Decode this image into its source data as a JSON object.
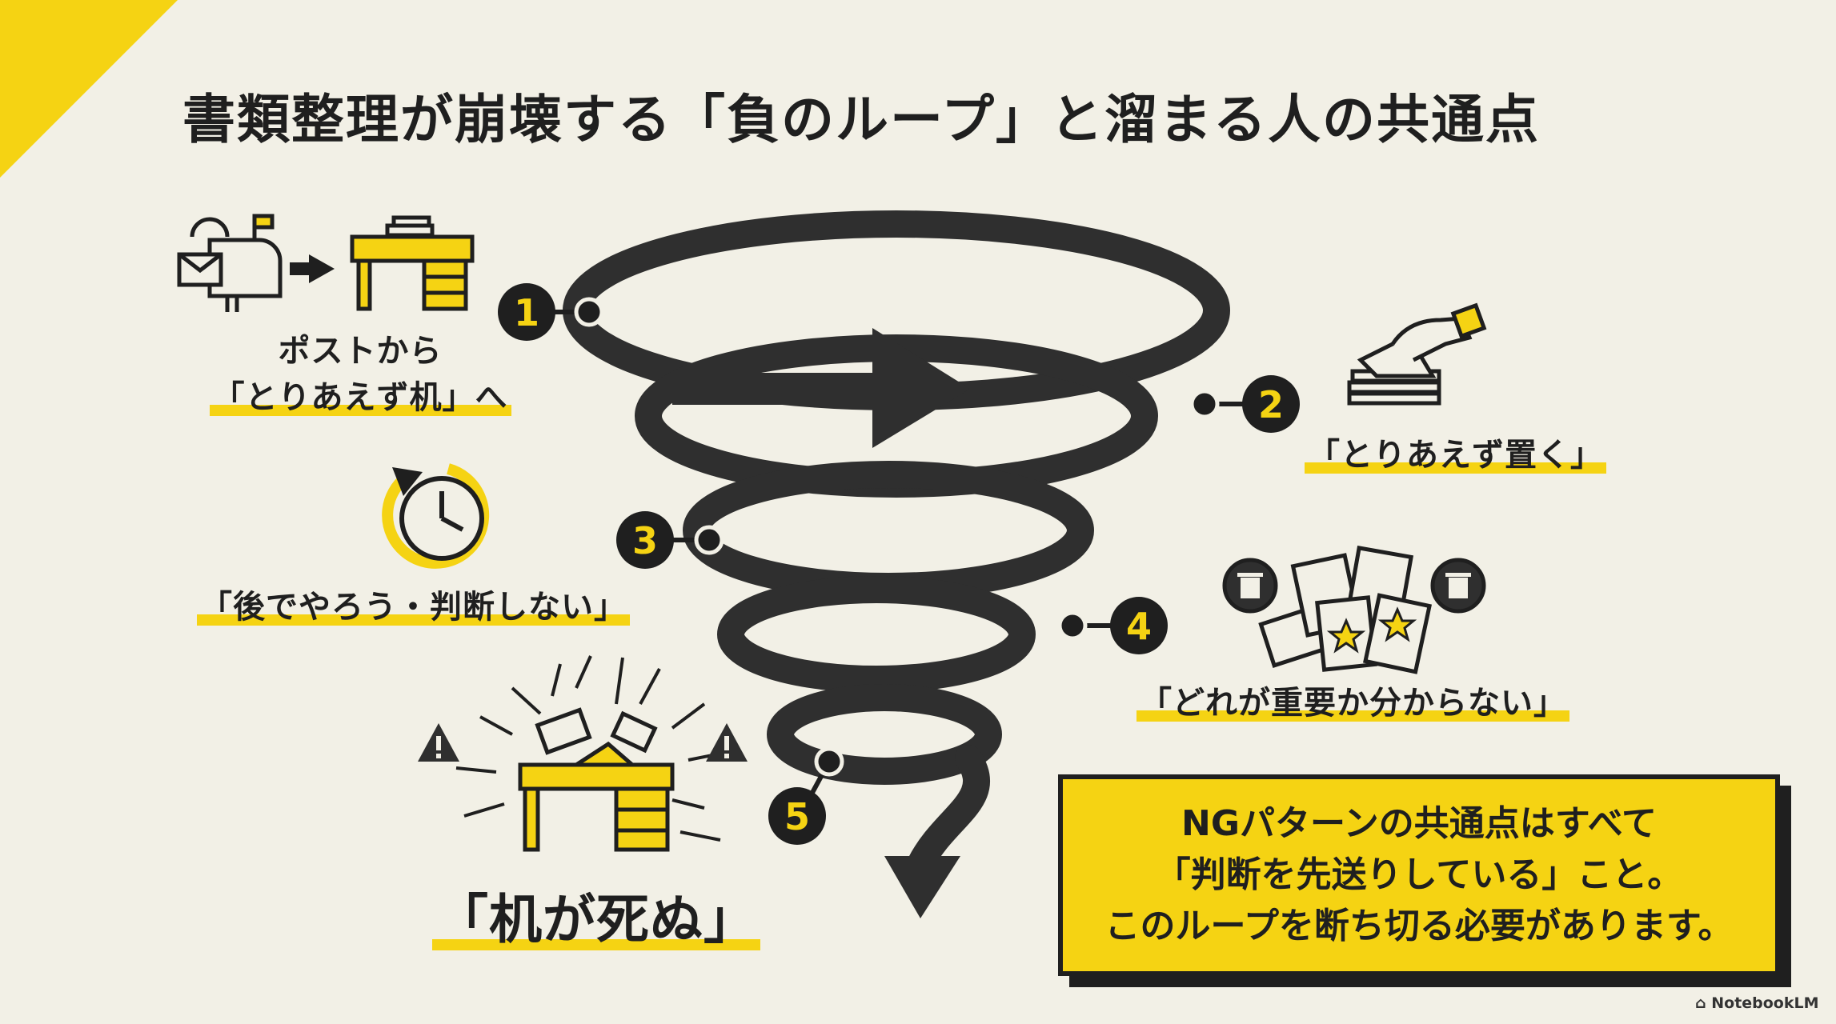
{
  "title": "書類整理が崩壊する「負のループ」と溜まる人の共通点",
  "colors": {
    "accent": "#f5d313",
    "ink": "#2f2f2f",
    "background": "#f2f0e6"
  },
  "steps": [
    {
      "number": "1",
      "label_lines": [
        "ポストから",
        "「とりあえず机」へ"
      ],
      "icon": "mailbox-to-desk-icon"
    },
    {
      "number": "2",
      "label_lines": [
        "「とりあえず置く」"
      ],
      "icon": "hand-dropping-paper-icon"
    },
    {
      "number": "3",
      "label_lines": [
        "「後でやろう・判断しない」"
      ],
      "icon": "clock-rewind-icon"
    },
    {
      "number": "4",
      "label_lines": [
        "「どれが重要か分からない」"
      ],
      "icon": "scattered-documents-icon"
    },
    {
      "number": "5",
      "label_lines": [
        "「机が死ぬ」"
      ],
      "icon": "exploding-desk-icon"
    }
  ],
  "summary_lines": [
    "NGパターンの共通点はすべて",
    "「判断を先送りしている」こと。",
    "このループを断ち切る必要があります。"
  ],
  "brand": "NotebookLM"
}
